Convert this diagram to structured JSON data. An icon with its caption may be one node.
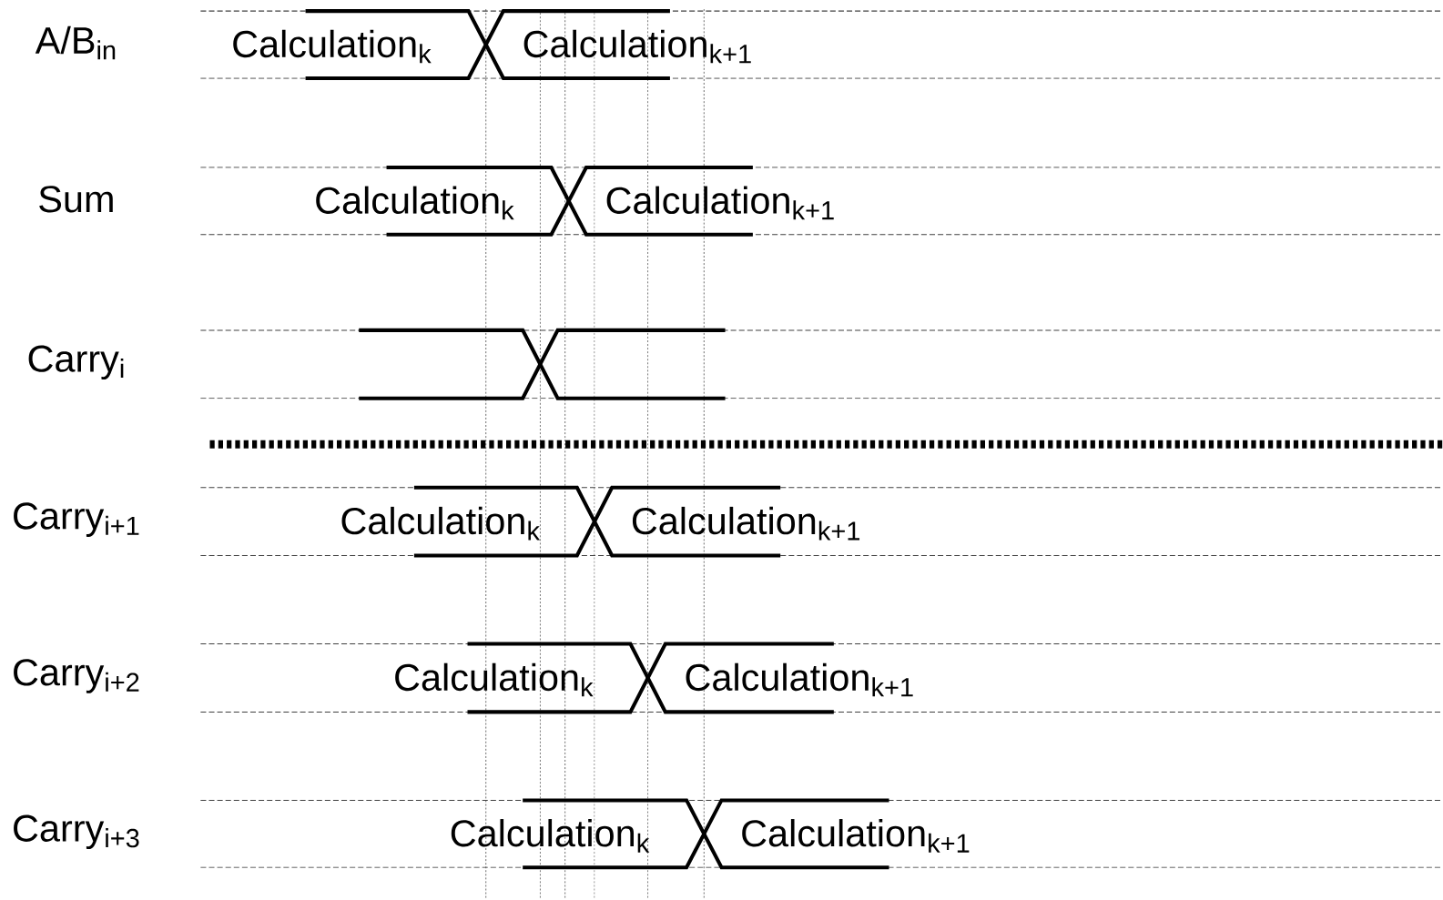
{
  "diagram": {
    "labels": [
      "A/B$_{in}$",
      "Calculation$_{k}$",
      "Calculation$_{k+1}$",
      "Sum",
      "Calculation$_{k}$",
      "Calculation$_{k+1}$",
      "Carry$_{i}$",
      "Carry$_{i+1}$",
      "Calculation$_{k}$",
      "Calculation$_{k+1}$",
      "Carry$_{i+2}$",
      "Calculation$_{k}$",
      "Calculation$_{k+1}$",
      "Carry$_{i+3}$",
      "Calculation$_{k}$",
      "Calculation$_{k+1}$"
    ]
  }
}
